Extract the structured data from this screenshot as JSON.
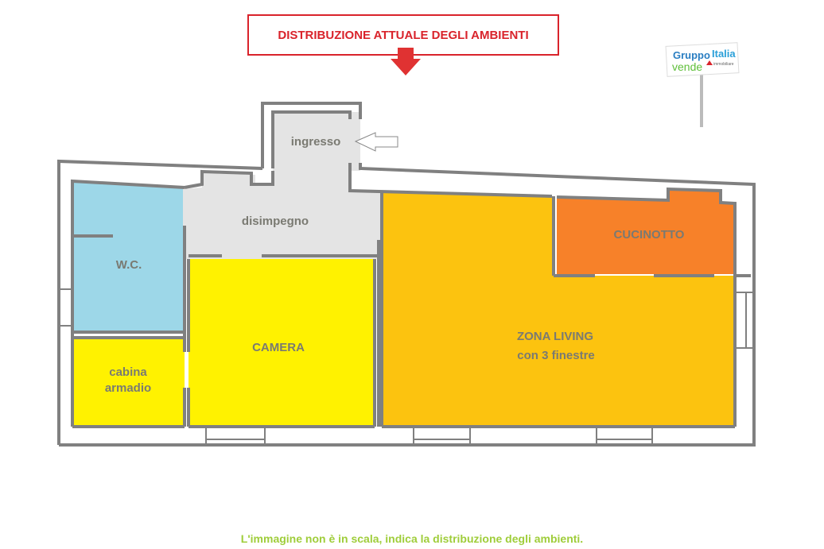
{
  "title": "DISTRIBUZIONE ATTUALE DEGLI AMBIENTI",
  "logo": {
    "line1a": "Gruppo",
    "line1b": "Italia",
    "line2": "vende",
    "sub": "immobiliare"
  },
  "rooms": {
    "ingresso": "ingresso",
    "disimpegno": "disimpegno",
    "wc": "W.C.",
    "camera": "CAMERA",
    "cabina_line1": "cabina",
    "cabina_line2": "armadio",
    "cucinotto": "CUCINOTTO",
    "living_line1": "ZONA LIVING",
    "living_line2": "con 3 finestre"
  },
  "colors": {
    "accent": "#d9232b",
    "wc": "#9dd7e8",
    "camera": "#fff200",
    "living": "#fcc30f",
    "cucinotto": "#f78129",
    "corridor": "#e4e4e4",
    "footer": "#9fcd3a"
  },
  "footer": "L'immagine non è in scala, indica la distribuzione degli ambienti."
}
